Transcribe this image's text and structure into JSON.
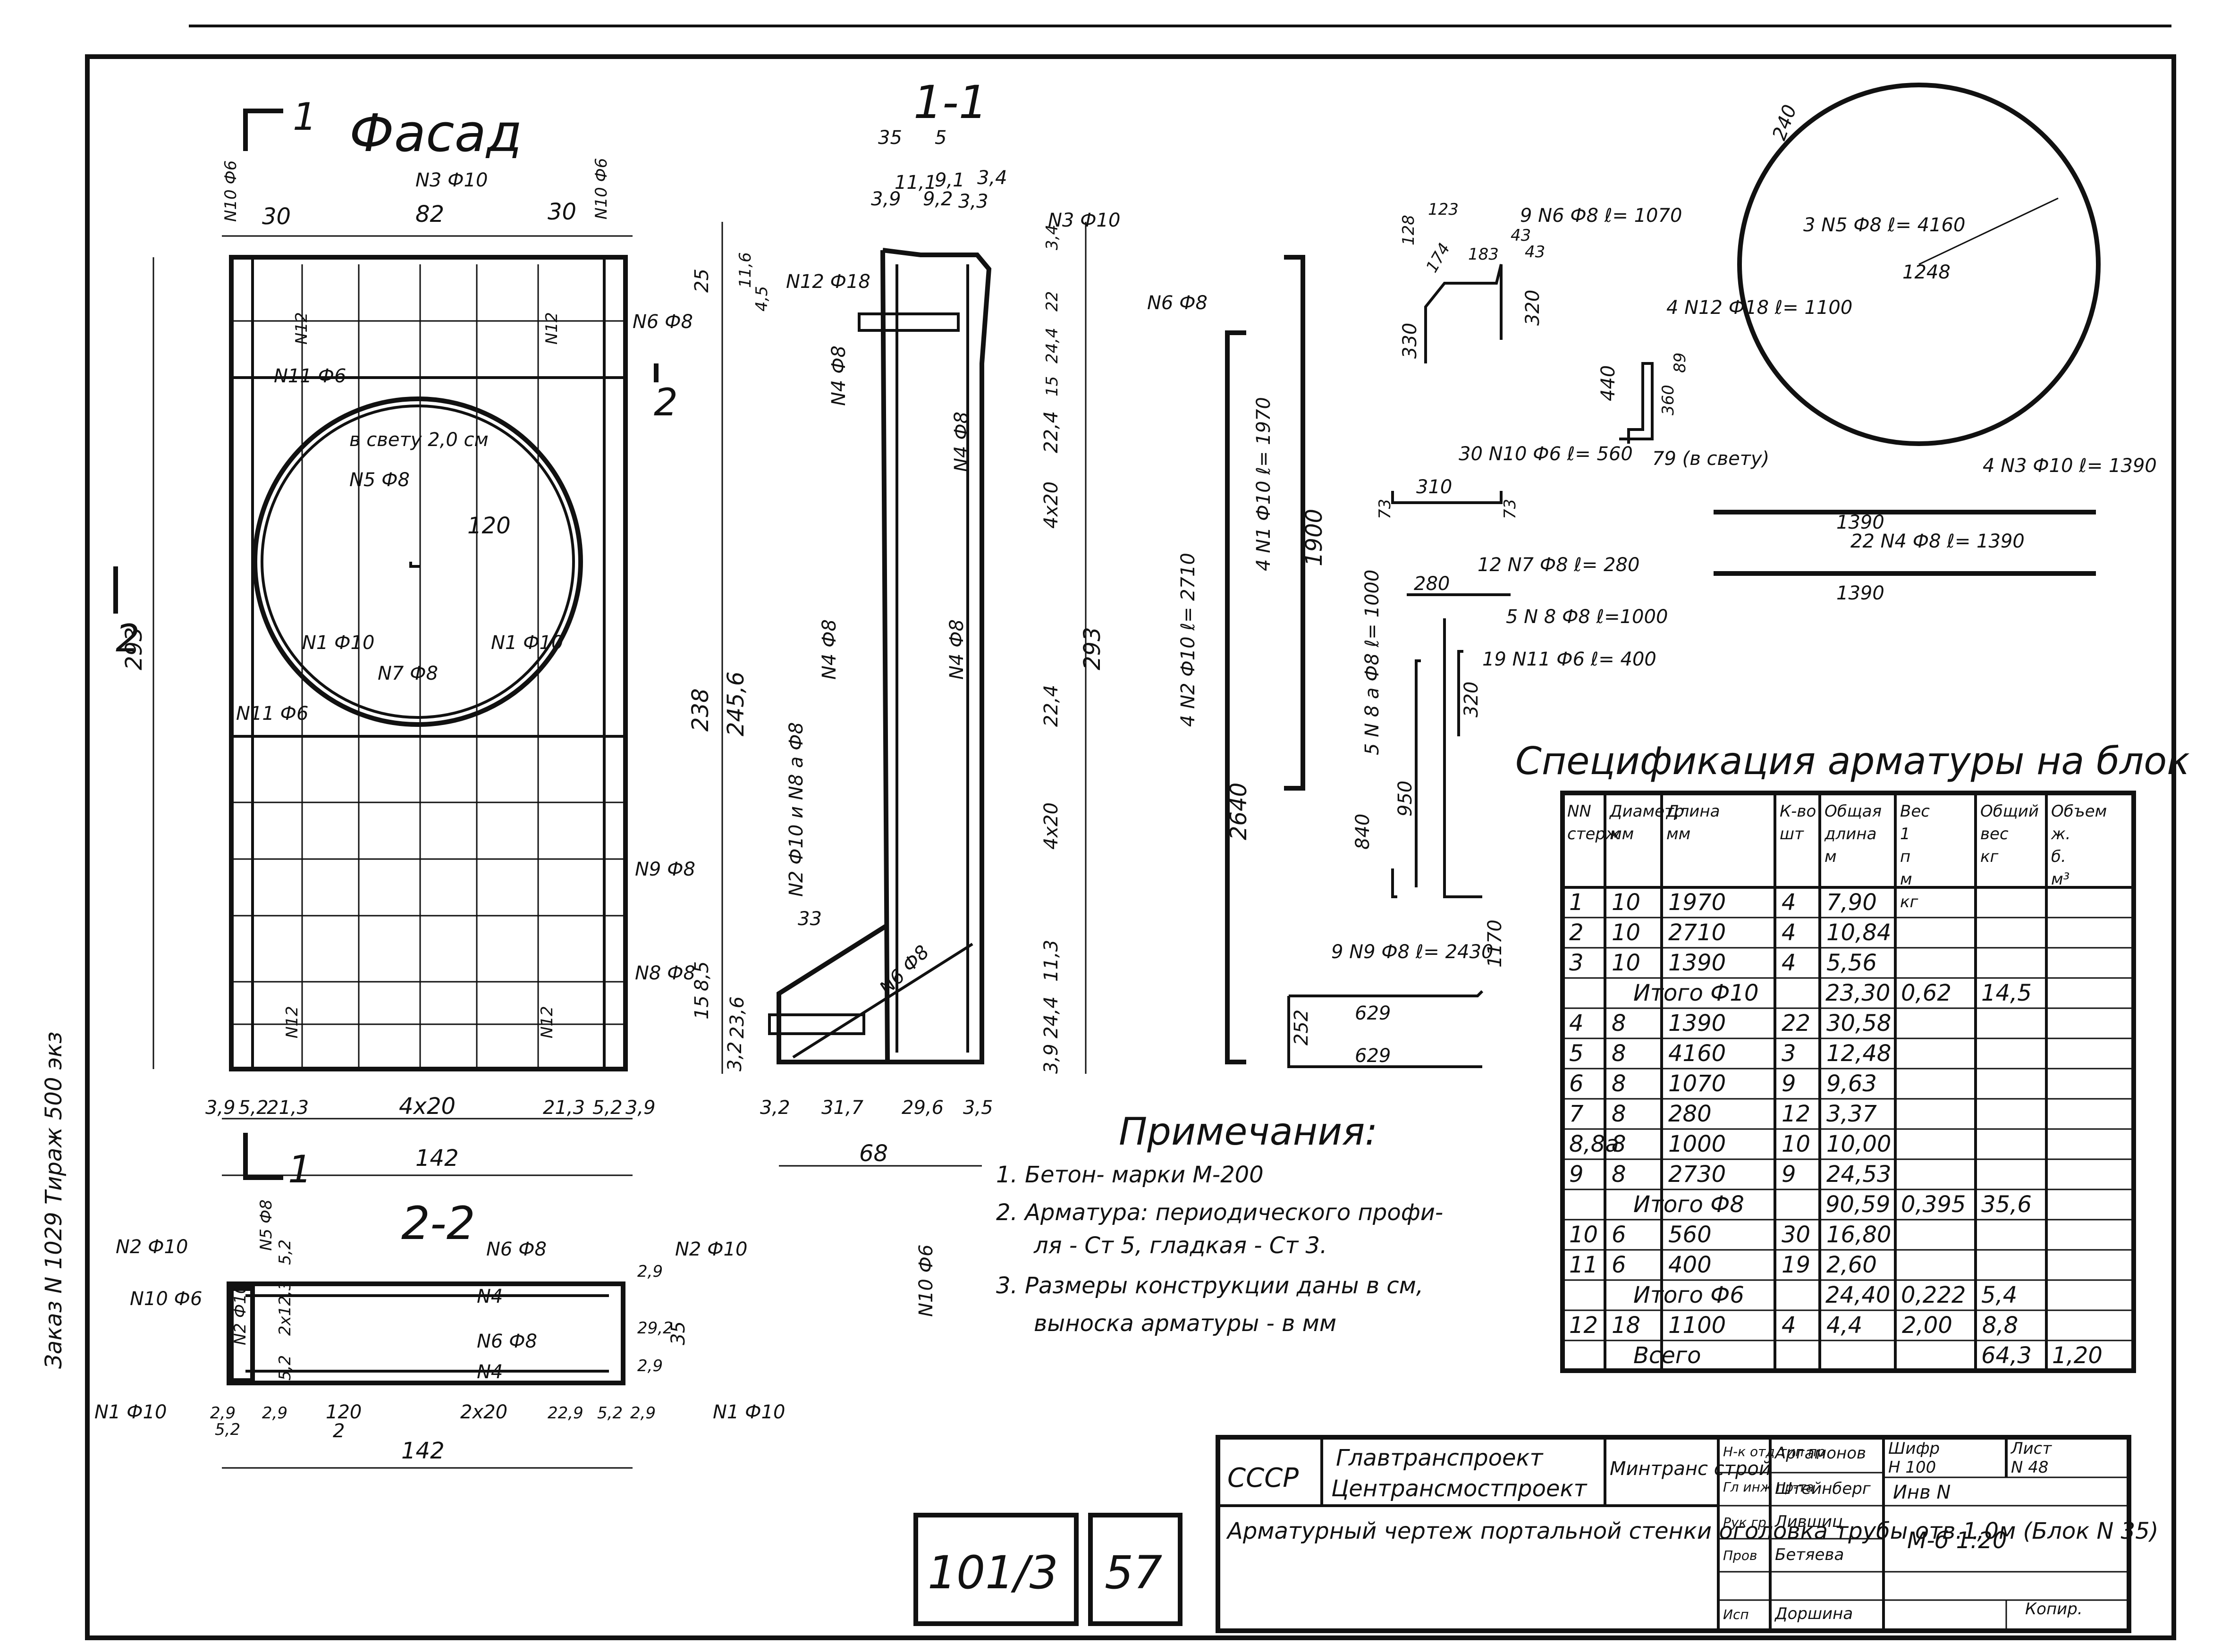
{
  "headings": {
    "facade": "Фасад",
    "section11": "1-1",
    "section22": "2-2",
    "spec_title": "Спецификация арматуры на блок",
    "notes_title": "Примечания:"
  },
  "section_marks": {
    "one": "1",
    "two": "2"
  },
  "facade": {
    "top_dims": [
      "30",
      "82",
      "30"
    ],
    "bottom_dims": [
      "3,9",
      "5,2",
      "21,3",
      "4x20",
      "21,3",
      "5,2",
      "3,9"
    ],
    "overall_width": "142",
    "height": "293",
    "labels": [
      "N3 Ф10",
      "N6 Ф8",
      "N11 Ф6",
      "в свету 2,0 см",
      "N5 Ф8",
      "120",
      "N1 Ф10",
      "N1 Ф10",
      "N7 Ф8",
      "N11 Ф6",
      "N9 Ф8",
      "N8 Ф8",
      "N12",
      "N12",
      "N12",
      "N12",
      "N10 Ф6",
      "N10 Ф6"
    ]
  },
  "section11": {
    "top_dims": [
      "35",
      "5",
      "11,1",
      "9,1",
      "3,4",
      "3,9",
      "9,2",
      "3,3"
    ],
    "labels": [
      "N3 Ф10",
      "N12 Ф18",
      "N6 Ф8",
      "N4 Ф8",
      "N4 Ф8",
      "N4 Ф8",
      "N4 Ф8",
      "N2 Ф10 и N8 а Ф8",
      "N6 Ф8",
      "33"
    ],
    "left_dims": [
      "25",
      "4,5",
      "238",
      "245,6",
      "15",
      "8,5",
      "3,2",
      "23,6"
    ],
    "right_dims": [
      "11,6",
      "3,4",
      "22",
      "24,4",
      "15",
      "22,4",
      "4x20",
      "22,4",
      "4x20",
      "11,3",
      "3,9",
      "24,4",
      "293"
    ],
    "bottom_dims": [
      "3,2",
      "31,7",
      "29,6",
      "3,5"
    ],
    "overall_width": "68"
  },
  "bars": {
    "n1": "4 N1 Ф10 ℓ= 1970",
    "n1_len": "1900",
    "n2": "4 N2 Ф10 ℓ= 2710",
    "n2_len": "2640",
    "n9_top": "9 N6 Ф8 ℓ= 1070",
    "n9_dims": [
      "123",
      "128",
      "174",
      "183",
      "43",
      "43",
      "320",
      "330"
    ],
    "n12": "4 N12 Ф18 ℓ= 1100",
    "n12_dims": [
      "440",
      "360",
      "89",
      "79 (в свету)"
    ],
    "n10": "30 N10 Ф6 ℓ= 560",
    "n10_dims": [
      "310",
      "73",
      "73"
    ],
    "n7": "12 N7 Ф8 ℓ= 280",
    "n7_len": "280",
    "n8": "5 N 8 а Ф8 ℓ= 1000",
    "n8_dims": [
      "840",
      "950"
    ],
    "n8b": "5 N 8 Ф8 ℓ=1000",
    "n11": "19 N11 Ф6 ℓ= 400",
    "n11_dims": [
      "320",
      "1170"
    ],
    "n9": "9 N9 Ф8 ℓ= 2430",
    "n9_dims2": [
      "629",
      "629",
      "252"
    ],
    "n5": "3 N5 Ф8 ℓ= 4160",
    "n5_dims": [
      "240",
      "1248"
    ],
    "n3": "4 N3 Ф10 ℓ= 1390",
    "n3_len": "1390",
    "n4": "22 N4 Ф8 ℓ= 1390",
    "n4_len": "1390"
  },
  "section22": {
    "labels": [
      "N2 Ф10",
      "N5 Ф8",
      "N6 Ф8",
      "N2 Ф10",
      "N10 Ф6",
      "N2 Ф10",
      "N4",
      "N6 Ф8",
      "N4",
      "N1 Ф10",
      "N1 Ф10"
    ],
    "right_dims": [
      "2,9",
      "29,2",
      "2,9",
      "35"
    ],
    "left_dims": [
      "5,2",
      "2x12,3",
      "5,2"
    ],
    "bottom_dims": [
      "2,9",
      "5,2",
      "2,9",
      "120",
      "2",
      "2x20",
      "22,9",
      "5,2",
      "2,9"
    ],
    "overall_width": "142"
  },
  "notes": [
    "1. Бетон- марки М-200",
    "2. Арматура: периодического профи-",
    "ля - Ст 5,  гладкая - Ст 3.",
    "3. Размеры конструкции даны в см,",
    "выноска арматуры - в мм"
  ],
  "spec": {
    "headers": [
      "NN стерж",
      "Диаметр мм",
      "Длина мм",
      "К-во шт",
      "Общая длина м",
      "Вес 1 п м кг",
      "Общий вес кг",
      "Объем ж. б. м³"
    ],
    "rows": [
      [
        "1",
        "10",
        "1970",
        "4",
        "7,90",
        "",
        "",
        ""
      ],
      [
        "2",
        "10",
        "2710",
        "4",
        "10,84",
        "",
        "",
        ""
      ],
      [
        "3",
        "10",
        "1390",
        "4",
        "5,56",
        "",
        "",
        ""
      ],
      [
        "Итого Ф10",
        "",
        "",
        "",
        "23,30",
        "0,62",
        "14,5",
        ""
      ],
      [
        "4",
        "8",
        "1390",
        "22",
        "30,58",
        "",
        "",
        ""
      ],
      [
        "5",
        "8",
        "4160",
        "3",
        "12,48",
        "",
        "",
        ""
      ],
      [
        "6",
        "8",
        "1070",
        "9",
        "9,63",
        "",
        "",
        ""
      ],
      [
        "7",
        "8",
        "280",
        "12",
        "3,37",
        "",
        "",
        ""
      ],
      [
        "8,8а",
        "8",
        "1000",
        "10",
        "10,00",
        "",
        "",
        ""
      ],
      [
        "9",
        "8",
        "2730",
        "9",
        "24,53",
        "",
        "",
        ""
      ],
      [
        "Итого Ф8",
        "",
        "",
        "",
        "90,59",
        "0,395",
        "35,6",
        ""
      ],
      [
        "10",
        "6",
        "560",
        "30",
        "16,80",
        "",
        "",
        ""
      ],
      [
        "11",
        "6",
        "400",
        "19",
        "2,60",
        "",
        "",
        ""
      ],
      [
        "Итого Ф6",
        "",
        "",
        "",
        "24,40",
        "0,222",
        "5,4",
        ""
      ],
      [
        "12",
        "18",
        "1100",
        "4",
        "4,4",
        "2,00",
        "8,8",
        ""
      ],
      [
        "Всего",
        "",
        "",
        "",
        "",
        "",
        "64,3",
        "1,20"
      ]
    ]
  },
  "title_block": {
    "country": "СССР",
    "org1": "Главтранспроект",
    "org2": "Центрансмостпроект",
    "ministry": "Минтранс строй",
    "title": "Арматурный чертеж портальной стенки оголовка трубы отв.1,0м (Блок N 35)",
    "roles": [
      "Н-к отд тип пр",
      "Гл инж пр-та",
      "Рук гр",
      "Пров",
      "Исп"
    ],
    "names": [
      "Аргамонов",
      "Штейнберг",
      "Лившиц",
      "Бетяева",
      "Доршина"
    ],
    "code_label": "Шифр",
    "code": "Н 100",
    "sheet_label": "Лист",
    "sheet": "N 48",
    "inv": "Инв N",
    "scale": "М-б 1:20",
    "copy_label": "Копир.",
    "stamp_left": "101/3",
    "stamp_right": "57"
  },
  "margin_text": "Заказ N 1029 Тираж 500 экз"
}
